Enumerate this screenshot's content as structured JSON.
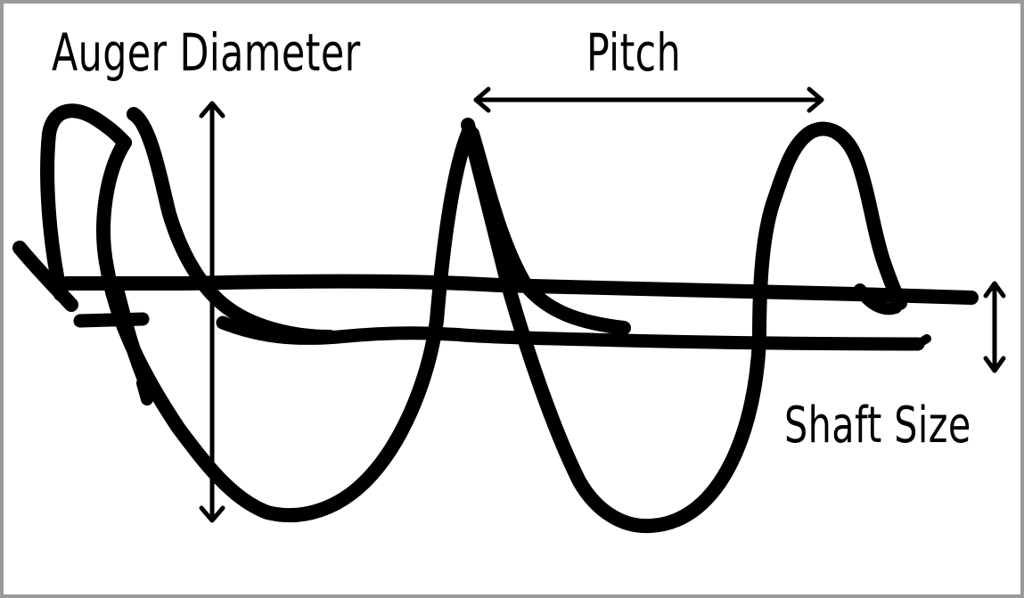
{
  "labels": {
    "auger_diameter": "Auger Diameter",
    "pitch": "Pitch",
    "shaft_size": "Shaft Size"
  },
  "colors": {
    "ink": "#000000",
    "background": "#ffffff",
    "border": "#9a9a9a"
  }
}
